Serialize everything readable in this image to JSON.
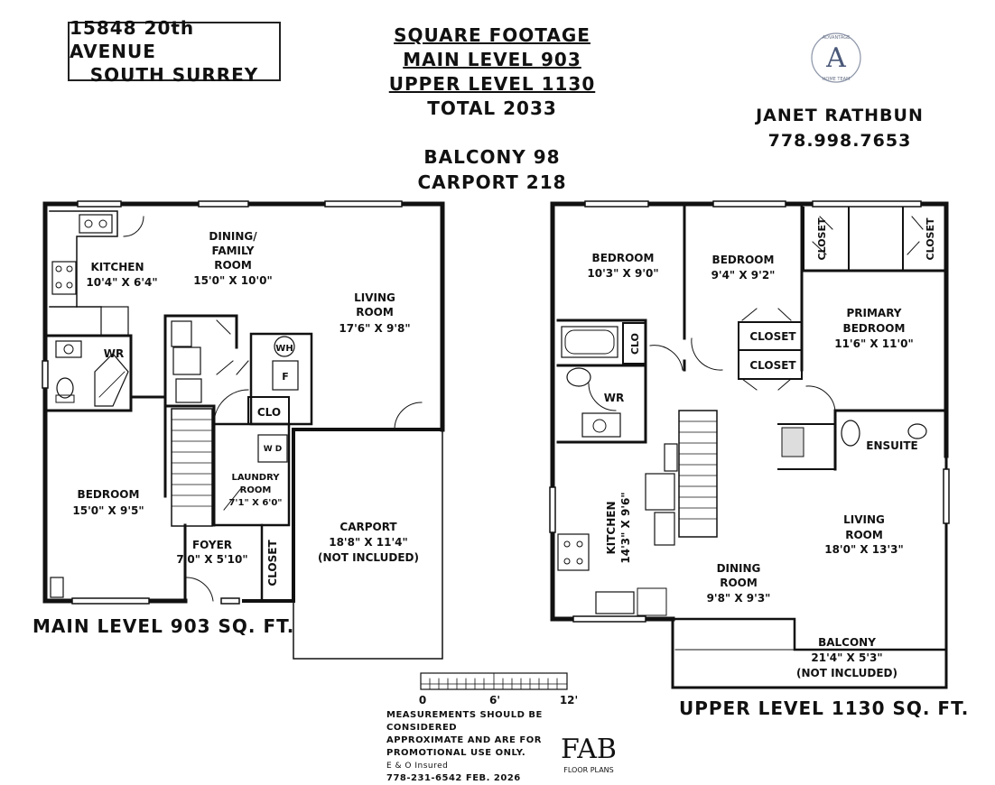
{
  "address": {
    "line1": "15848 20th AVENUE",
    "line2": "SOUTH SURREY"
  },
  "square_footage": {
    "heading": "SQUARE FOOTAGE",
    "main": "MAIN LEVEL 903",
    "upper": "UPPER LEVEL 1130",
    "total": "TOTAL 2033"
  },
  "extras": {
    "balcony": "BALCONY 98",
    "carport": "CARPORT 218"
  },
  "agent": {
    "name": "JANET RATHBUN",
    "phone": "778.998.7653"
  },
  "logo": {
    "letter": "A",
    "top_text": "ADVANTAGE",
    "bottom_text": "HOME TEAM",
    "icon": "advantage-logo-icon"
  },
  "main_level": {
    "title": "MAIN LEVEL 903 SQ. FT.",
    "rooms": {
      "dining_l1": "DINING/",
      "dining_l2": "FAMILY",
      "dining_l3": "ROOM",
      "dining_dim": "15'0\" X 10'0\"",
      "kitchen": "KITCHEN",
      "kitchen_dim": "10'4\" X 6'4\"",
      "living_l1": "LIVING",
      "living_l2": "ROOM",
      "living_dim": "17'6\" X 9'8\"",
      "wr": "WR",
      "wh": "WH",
      "f": "F",
      "clo": "CLO",
      "wd": "W D",
      "laundry_l1": "LAUNDRY",
      "laundry_l2": "ROOM",
      "laundry_dim": "7'1\" X 6'0\"",
      "bedroom": "BEDROOM",
      "bedroom_dim": "15'0\" X 9'5\"",
      "foyer": "FOYER",
      "foyer_dim": "7'0\" X 5'10\"",
      "closet": "CLOSET",
      "carport": "CARPORT",
      "carport_dim": "18'8\" X 11'4\"",
      "carport_note": "(NOT INCLUDED)"
    }
  },
  "upper_level": {
    "title": "UPPER LEVEL 1130 SQ. FT.",
    "rooms": {
      "bed1": "BEDROOM",
      "bed1_dim": "10'3\" X 9'0\"",
      "bed2": "BEDROOM",
      "bed2_dim": "9'4\" X 9'2\"",
      "closet_a": "CLOSET",
      "closet_b": "CLOSET",
      "closet_c": "CLOSET",
      "closet_d": "CLOSET",
      "clo": "CLO",
      "primary_l1": "PRIMARY",
      "primary_l2": "BEDROOM",
      "primary_dim": "11'6\" X 11'0\"",
      "wr": "WR",
      "ensuite": "ENSUITE",
      "kitchen": "KITCHEN",
      "kitchen_dim": "14'3\" X 9'6\"",
      "living_l1": "LIVING",
      "living_l2": "ROOM",
      "living_dim": "18'0\" X 13'3\"",
      "dining_l1": "DINING",
      "dining_l2": "ROOM",
      "dining_dim": "9'8\" X 9'3\"",
      "balcony": "BALCONY",
      "balcony_dim": "21'4\" X 5'3\"",
      "balcony_note": "(NOT INCLUDED)"
    }
  },
  "scale": {
    "t0": "0",
    "t1": "6'",
    "t2": "12'"
  },
  "disclaimer": {
    "l1": "MEASUREMENTS SHOULD BE CONSIDERED",
    "l2": "APPROXIMATE AND ARE FOR",
    "l3": "PROMOTIONAL USE ONLY.",
    "l4": "E & O Insured",
    "l5": "778-231-6542  FEB. 2026"
  },
  "brand": {
    "name": "FAB",
    "sub": "FLOOR PLANS"
  }
}
